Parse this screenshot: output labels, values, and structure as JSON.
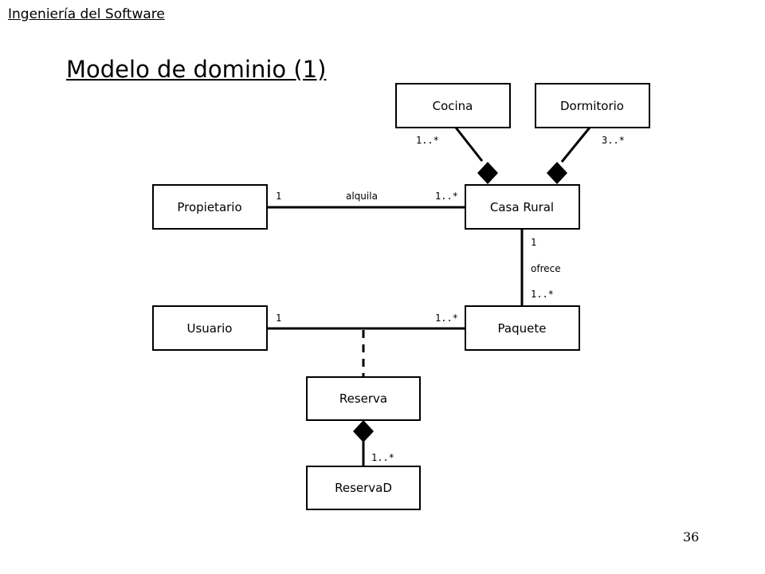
{
  "header": {
    "course": "Ingeniería del Software",
    "title": "Modelo de dominio (1)"
  },
  "footer": {
    "page_number": "36"
  },
  "diagram": {
    "classes": {
      "cocina": "Cocina",
      "dormitorio": "Dormitorio",
      "propietario": "Propietario",
      "casa_rural": "Casa Rural",
      "usuario": "Usuario",
      "paquete": "Paquete",
      "reserva": "Reserva",
      "reservad": "ReservaD"
    },
    "associations": {
      "cocina_casa": {
        "mult": "1..*"
      },
      "dormitorio_casa": {
        "mult": "3..*"
      },
      "propietario_casa": {
        "name": "alquila",
        "mult_source": "1",
        "mult_target": "1..*"
      },
      "casa_paquete": {
        "name": "ofrece",
        "mult_source": "1",
        "mult_target": "1..*"
      },
      "usuario_paquete": {
        "mult_source": "1",
        "mult_target": "1..*"
      },
      "reserva_reservad": {
        "mult": "1..*"
      }
    }
  }
}
